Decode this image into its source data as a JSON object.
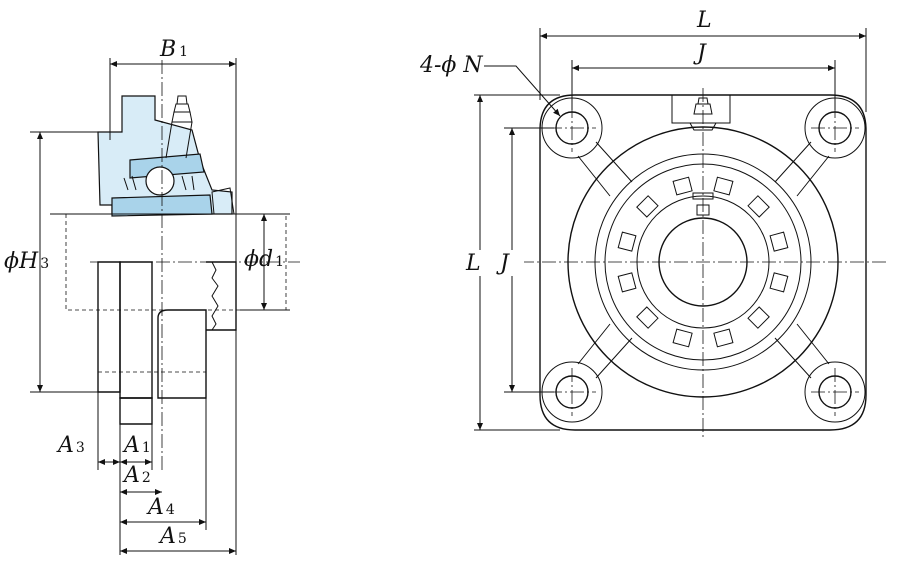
{
  "side_view": {
    "labels": {
      "B1": {
        "main": "B",
        "sub": "1"
      },
      "H3": {
        "main": "ϕH",
        "sub": "3"
      },
      "d1": {
        "main": "ϕd",
        "sub": "1"
      },
      "A1": {
        "main": "A",
        "sub": "1"
      },
      "A2": {
        "main": "A",
        "sub": "2"
      },
      "A3": {
        "main": "A",
        "sub": "3"
      },
      "A4": {
        "main": "A",
        "sub": "4"
      },
      "A5": {
        "main": "A",
        "sub": "5"
      }
    }
  },
  "front_view": {
    "labels": {
      "L_top": "L",
      "J_top": "J",
      "L_left": "L",
      "J_left": "J",
      "N_hole": "4-ϕ N"
    }
  },
  "colors": {
    "bearing_fill": "#a9d3ea",
    "housing_fill": "#d8ecf7",
    "line": "#111111"
  }
}
